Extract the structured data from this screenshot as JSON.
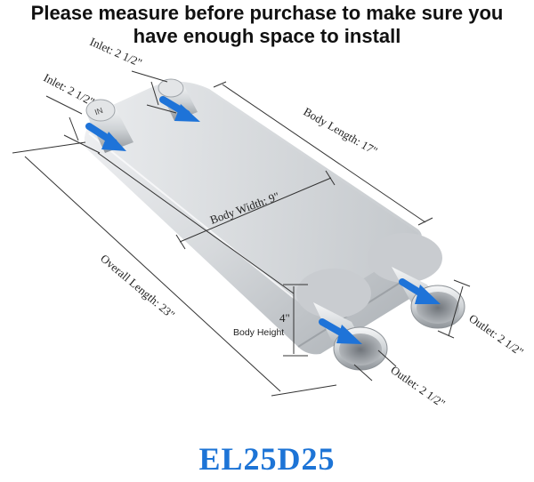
{
  "headline": {
    "line1": "Please measure before purchase to make sure you",
    "line2": "have enough space to install"
  },
  "labels": {
    "inlet_left": "Inlet: 2 1/2\"",
    "inlet_right": "Inlet: 2 1/2\"",
    "body_length": "Body Length: 17\"",
    "body_width": "Body Width: 9\"",
    "overall_length": "Overall Length: 23\"",
    "body_height_value": "4\"",
    "body_height_label": "Body Height",
    "outlet_bottom": "Outlet: 2 1/2\"",
    "outlet_right": "Outlet: 2 1/2\"",
    "pipe_stamp": "IN"
  },
  "model": "EL25D25",
  "colors": {
    "arrow": "#1e73d8",
    "model_text": "#1d74d6",
    "muffler_light": "#eef0f2",
    "muffler_dark": "#9ea3a8"
  }
}
